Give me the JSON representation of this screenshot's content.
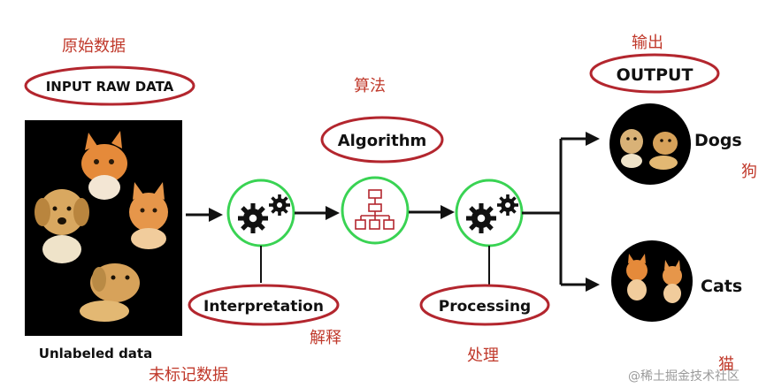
{
  "input": {
    "label_cn": "原始数据",
    "pill_text": "INPUT RAW DATA",
    "caption": "Unlabeled data",
    "caption_cn": "未标记数据"
  },
  "algorithm": {
    "label_cn": "算法",
    "pill_text": "Algorithm"
  },
  "interpretation": {
    "pill_text": "Interpretation",
    "label_cn": "解释"
  },
  "processing": {
    "pill_text": "Processing",
    "label_cn": "处理"
  },
  "output": {
    "label_cn": "输出",
    "pill_text": "OUTPUT",
    "dogs": {
      "label": "Dogs",
      "label_cn": "狗"
    },
    "cats": {
      "label": "Cats",
      "label_cn": "猫"
    }
  },
  "watermark": "@稀土掘金技术社区",
  "colors": {
    "accent_red": "#b3262e",
    "text_red": "#c0392b",
    "ring_green": "#39d353",
    "black": "#000000"
  },
  "icons": {
    "gear_left": "gears-icon",
    "hierarchy": "org-chart-icon",
    "gear_right": "gears-icon"
  }
}
